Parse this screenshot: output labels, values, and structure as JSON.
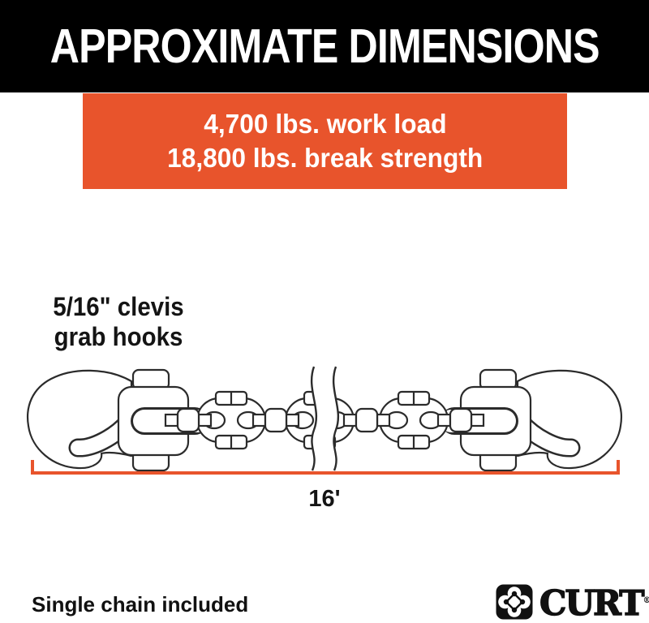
{
  "header": {
    "title": "APPROXIMATE DIMENSIONS",
    "bg_color": "#000000",
    "text_color": "#FFFFFF"
  },
  "spec_banner": {
    "line1": "4,700 lbs. work load",
    "line2": "18,800 lbs. break strength",
    "bg_color": "#E8542C",
    "text_color": "#FFFFFF"
  },
  "diagram": {
    "hook_label": {
      "line1": "5/16\" clevis",
      "line2": "grab hooks"
    },
    "length_label": "16'",
    "drawing": "safety-chain-with-two-clevis-grab-hooks-and-break-symbol",
    "drawing_line_color": "#2B2B2B",
    "dimension_line_color": "#E8542C"
  },
  "footer": {
    "note": "Single chain included",
    "brand": {
      "icon": "curt-cloverleaf-icon",
      "name": "CURT",
      "trademark": "®"
    }
  }
}
